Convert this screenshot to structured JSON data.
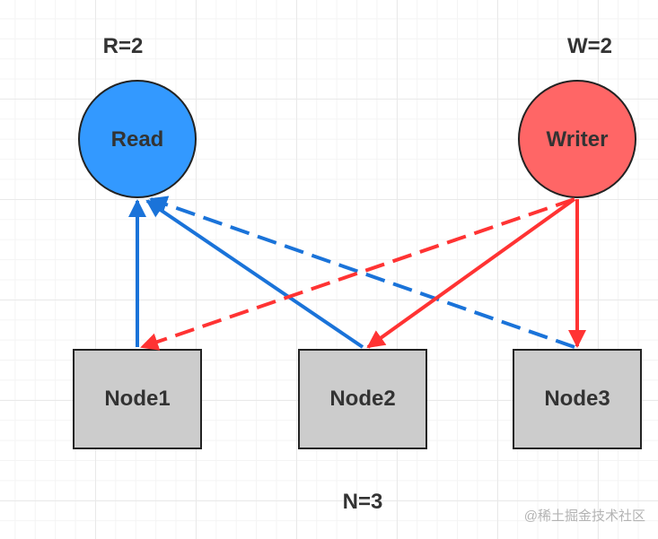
{
  "diagram": {
    "labels": {
      "r": "R=2",
      "w": "W=2",
      "n": "N=3"
    },
    "circles": {
      "read": {
        "label": "Read",
        "fill": "#3399ff"
      },
      "writer": {
        "label": "Writer",
        "fill": "#ff6666"
      }
    },
    "nodes": [
      {
        "label": "Node1"
      },
      {
        "label": "Node2"
      },
      {
        "label": "Node3"
      }
    ],
    "colors": {
      "read_edge": "#1a73d9",
      "write_edge": "#ff3333",
      "node_fill": "#cccccc",
      "stroke": "#222222"
    },
    "edges": [
      {
        "from": "Node1",
        "to": "Read",
        "style": "solid",
        "color": "read"
      },
      {
        "from": "Node2",
        "to": "Read",
        "style": "solid",
        "color": "read"
      },
      {
        "from": "Node3",
        "to": "Read",
        "style": "dashed",
        "color": "read"
      },
      {
        "from": "Writer",
        "to": "Node1",
        "style": "dashed",
        "color": "write"
      },
      {
        "from": "Writer",
        "to": "Node2",
        "style": "solid",
        "color": "write"
      },
      {
        "from": "Writer",
        "to": "Node3",
        "style": "solid",
        "color": "write"
      }
    ],
    "watermark": "@稀土掘金技术社区"
  }
}
